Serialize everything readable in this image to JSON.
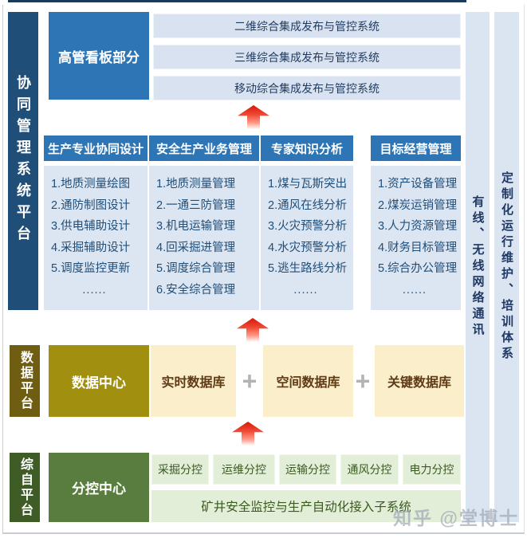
{
  "page": {
    "watermark": "知乎 @堂博士"
  },
  "top_section": {
    "side_label": "协同管理系统平台",
    "dashboard_label": "高管看板部分",
    "systems": [
      "二维综合集成发布与管控系统",
      "三维综合集成发布与管控系统",
      "移动综合集成发布与管控系统"
    ],
    "columns": [
      {
        "header": "生产专业协同设计",
        "items": [
          "1.地质测量绘图",
          "2.通防制图设计",
          "3.供电辅助设计",
          "4.采掘辅助设计",
          "5.调度监控更新",
          "......"
        ]
      },
      {
        "header": "安全生产业务管理",
        "items": [
          "1.地质测量管理",
          "2.一通三防管理",
          "3.机电运输管理",
          "4.回采掘进管理",
          "5.调度综合管理",
          "6.安全综合管理"
        ]
      },
      {
        "header": "专家知识分析",
        "items": [
          "1.煤与瓦斯突出",
          "2.通风在线分析",
          "3.火灾预警分析",
          "4.水灾预警分析",
          "5.逃生路线分析",
          "......"
        ]
      },
      {
        "header": "目标经营管理",
        "items": [
          "1.资产设备管理",
          "2.煤炭运销管理",
          "3.人力资源管理",
          "4.财务目标管理",
          "5.综合办公管理",
          "......"
        ]
      }
    ]
  },
  "data_section": {
    "side_label": "数据平台",
    "center_label": "数据中心",
    "plus": "+",
    "databases": [
      "实时数据库",
      "空间数据库",
      "关键数据库"
    ]
  },
  "auto_section": {
    "side_label": "综自平台",
    "center_label": "分控中心",
    "sub_controls": [
      "采掘分控",
      "运维分控",
      "运输分控",
      "通风分控",
      "电力分控"
    ],
    "access_label": "矿井安全监控与生产自动化接入子系统"
  },
  "right_bars": {
    "network": "有线、无线网络通讯",
    "maintenance": "定制化运行维护、培训体系"
  },
  "colors": {
    "navy": "#1f4e79",
    "blue": "#2e75b6",
    "light_blue": "#dce6f2",
    "gold_dark": "#6f5d12",
    "gold": "#a18f10",
    "cream": "#fbeecb",
    "green_dark": "#3f5c26",
    "green": "#587d3e",
    "light_green": "#e2eed8",
    "arrow_red": "#d81708"
  }
}
